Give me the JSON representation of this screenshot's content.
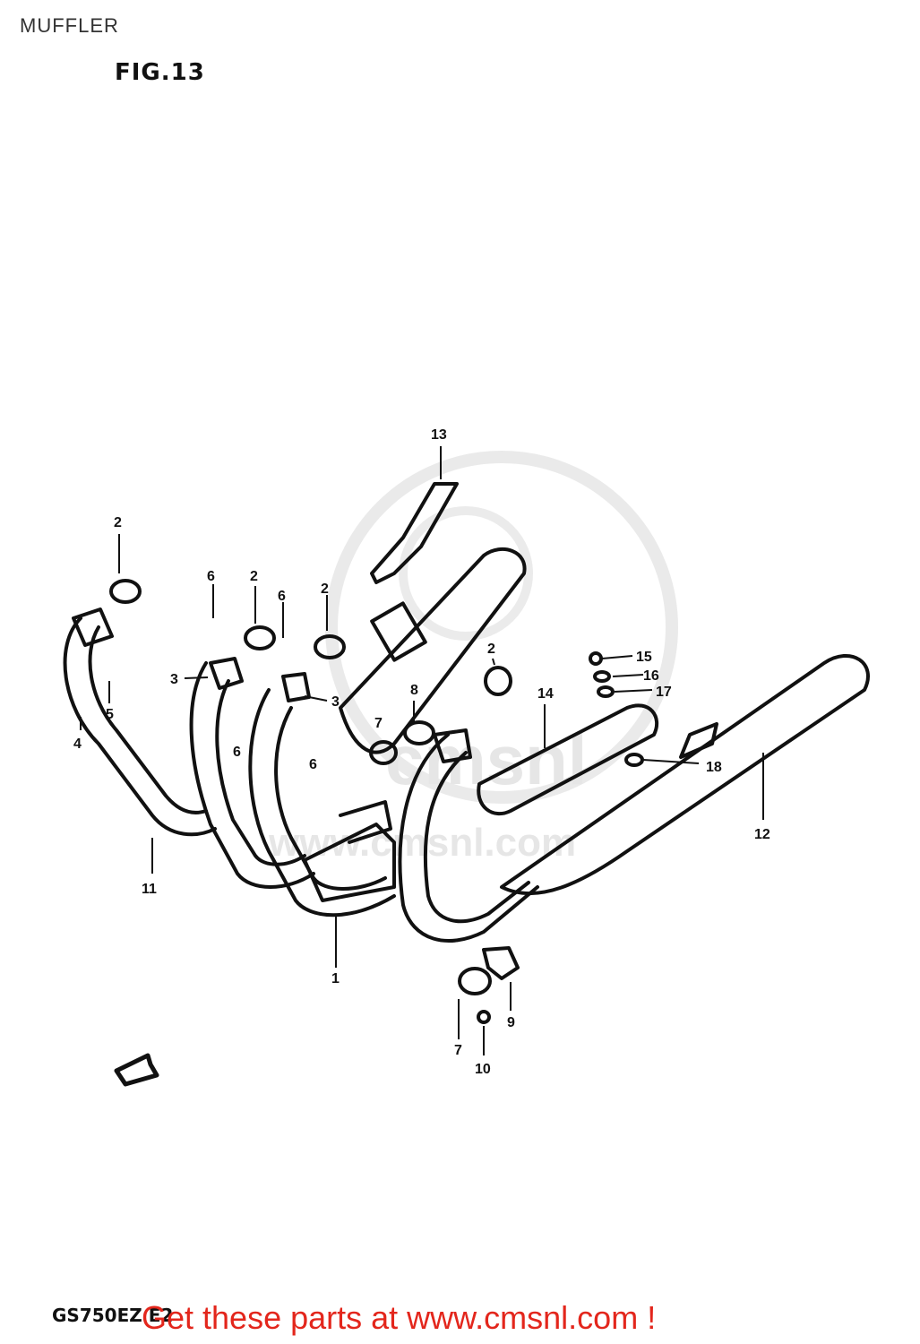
{
  "header": {
    "title": "MUFFLER",
    "figure_label": "FIG.13"
  },
  "diagram": {
    "callouts": [
      "1",
      "2",
      "2",
      "2",
      "2",
      "2",
      "3",
      "3",
      "4",
      "5",
      "6",
      "6",
      "6",
      "6",
      "7",
      "7",
      "8",
      "9",
      "10",
      "11",
      "12",
      "13",
      "14",
      "15",
      "16",
      "17",
      "18"
    ],
    "watermark": {
      "brand": "cmsnl",
      "url": "www.cmsnl.com"
    }
  },
  "footer": {
    "model_code": "GS750EZ E2",
    "link_text": "Get these parts at www.cmsnl.com !"
  },
  "colors": {
    "link": "#e3261c",
    "ink": "#111111",
    "watermark": "#d2d2d2"
  }
}
